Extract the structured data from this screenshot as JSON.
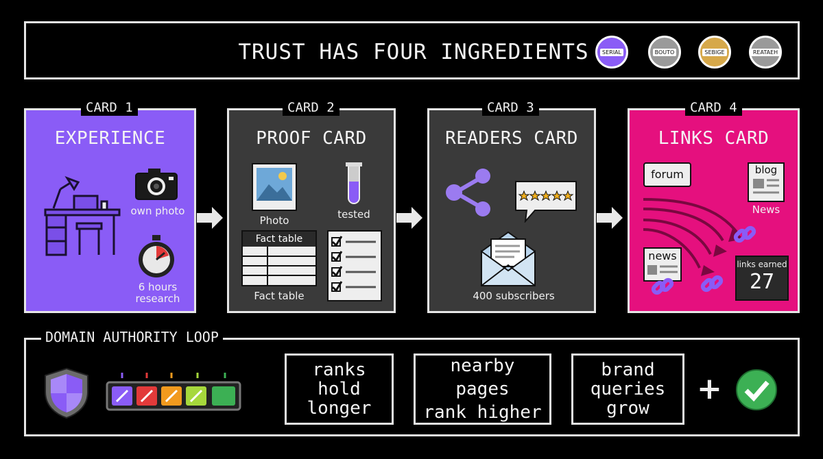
{
  "header": {
    "title": "TRUST HAS FOUR INGREDIENTS",
    "badges": [
      "SERIAL",
      "BOUTO",
      "SEBIGE",
      "REATAEH"
    ]
  },
  "cards": [
    {
      "label": "CARD 1",
      "title": "EXPERIENCE",
      "captions": {
        "photo": "own photo",
        "timer": "6 hours\nresearch"
      }
    },
    {
      "label": "CARD 2",
      "title": "PROOF CARD",
      "captions": {
        "photo": "Photo",
        "tested": "tested",
        "table_header": "Fact table",
        "table": "Fact table"
      }
    },
    {
      "label": "CARD 3",
      "title": "READERS CARD",
      "captions": {
        "subscribers": "400 subscribers"
      }
    },
    {
      "label": "CARD 4",
      "title": "LINKS CARD",
      "captions": {
        "forum": "forum",
        "blog": "blog",
        "news_label": "News",
        "news": "news",
        "links_earned": "links earned",
        "links_count": "27"
      }
    }
  ],
  "loop": {
    "title": "DOMAIN AUTHORITY LOOP",
    "boxes": [
      "ranks\nhold\nlonger",
      "nearby pages\nrank higher",
      "brand\nqueries\ngrow"
    ],
    "plus": "+"
  },
  "colors": {
    "card1": "#8a5cf6",
    "card2": "#3a3a3a",
    "card3": "#3a3a3a",
    "card4": "#e5107e",
    "check": "#3cb054"
  }
}
